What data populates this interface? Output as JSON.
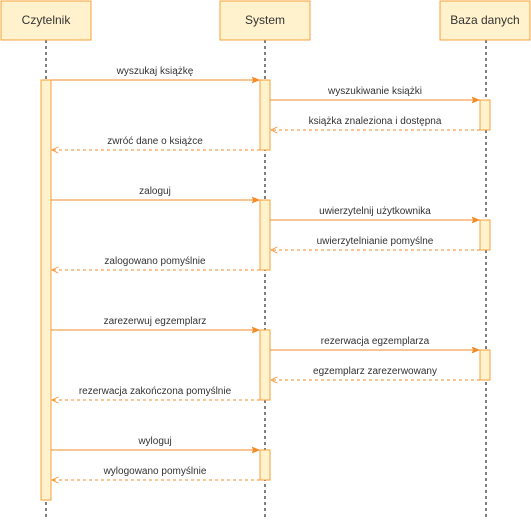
{
  "participants": [
    {
      "id": "czytelnik",
      "label": "Czytelnik"
    },
    {
      "id": "system",
      "label": "System"
    },
    {
      "id": "baza",
      "label": "Baza danych"
    }
  ],
  "messages": [
    {
      "id": "m1",
      "label": "wyszukaj książkę",
      "from": "czytelnik",
      "to": "system",
      "type": "sync"
    },
    {
      "id": "m2",
      "label": "wyszukiwanie książki",
      "from": "system",
      "to": "baza",
      "type": "sync"
    },
    {
      "id": "m3",
      "label": "książka znaleziona i dostępna",
      "from": "baza",
      "to": "system",
      "type": "return"
    },
    {
      "id": "m4",
      "label": "zwróć dane o książce",
      "from": "system",
      "to": "czytelnik",
      "type": "return"
    },
    {
      "id": "m5",
      "label": "zaloguj",
      "from": "czytelnik",
      "to": "system",
      "type": "sync"
    },
    {
      "id": "m6",
      "label": "uwierzytelnij użytkownika",
      "from": "system",
      "to": "baza",
      "type": "sync"
    },
    {
      "id": "m7",
      "label": "uwierzytelnianie pomyślne",
      "from": "baza",
      "to": "system",
      "type": "return"
    },
    {
      "id": "m8",
      "label": "zalogowano pomyślnie",
      "from": "system",
      "to": "czytelnik",
      "type": "return"
    },
    {
      "id": "m9",
      "label": "zarezerwuj egzemplarz",
      "from": "czytelnik",
      "to": "system",
      "type": "sync"
    },
    {
      "id": "m10",
      "label": "rezerwacja egzemplarza",
      "from": "system",
      "to": "baza",
      "type": "sync"
    },
    {
      "id": "m11",
      "label": "egzemplarz zarezerwowany",
      "from": "baza",
      "to": "system",
      "type": "return"
    },
    {
      "id": "m12",
      "label": "rezerwacja zakończona pomyślnie",
      "from": "system",
      "to": "czytelnik",
      "type": "return"
    },
    {
      "id": "m13",
      "label": "wyloguj",
      "from": "czytelnik",
      "to": "system",
      "type": "sync"
    },
    {
      "id": "m14",
      "label": "wylogowano pomyślnie",
      "from": "system",
      "to": "czytelnik",
      "type": "return"
    }
  ],
  "colors": {
    "box_fill": "#fff2cc",
    "box_stroke": "#f4a13a",
    "arrow": "#f28c28"
  }
}
